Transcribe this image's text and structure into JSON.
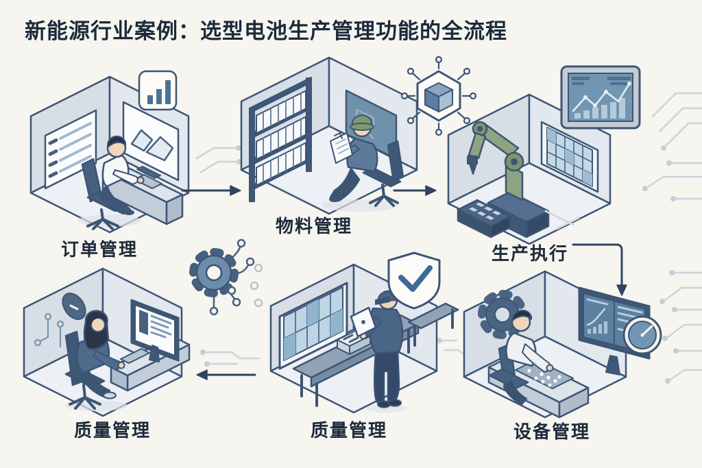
{
  "title": "新能源行业案例：选型电池生产管理功能的全流程",
  "panels": [
    {
      "id": "order-management",
      "label": "订单管理",
      "position": "top-left",
      "badge_icon": "bar-chart-badge-icon",
      "scene": "worker-at-dual-monitor-desk"
    },
    {
      "id": "material-management",
      "label": "物料管理",
      "position": "top-center",
      "badge_icon": "network-cube-icon",
      "scene": "warehouse-worker-with-binder-shelf"
    },
    {
      "id": "production-execution",
      "label": "生产执行",
      "position": "top-right",
      "badge_icon": "dashboard-monitor-icon",
      "scene": "green-robot-arm-cell"
    },
    {
      "id": "quality-management-review",
      "label": "质量管理",
      "position": "bottom-left",
      "badge_icon": "",
      "scene": "analyst-at-computer"
    },
    {
      "id": "quality-inspection",
      "label": "质量管理",
      "position": "bottom-center",
      "badge_icon": "shield-check-icon",
      "scene": "inspector-with-tablet-at-workbench"
    },
    {
      "id": "equipment-management",
      "label": "设备管理",
      "position": "bottom-right",
      "badge_icon": "gauge-icon",
      "scene": "operator-at-control-desk-with-dashboard"
    }
  ],
  "flow_arrows": [
    {
      "from": "订单管理",
      "to": "物料管理",
      "direction": "right"
    },
    {
      "from": "物料管理",
      "to": "生产执行",
      "direction": "right"
    },
    {
      "from": "生产执行",
      "to": "设备管理",
      "direction": "right-then-down"
    },
    {
      "from": "质量管理(检验)",
      "to": "质量管理(分析)",
      "direction": "left"
    }
  ],
  "colors": {
    "background": "#f7f5ef",
    "title_text": "#1c2a3b",
    "outline": "#3d5574",
    "arrow": "#2e4460",
    "wall_left": "#d7dee6",
    "wall_right": "#e3e8ee",
    "floor": "#edf0f4",
    "accent_blue": "#5b82a8",
    "robot_green": "#8ea37f",
    "screen_blue": "#7296b1",
    "circuit_trace": "#ccd3da"
  }
}
